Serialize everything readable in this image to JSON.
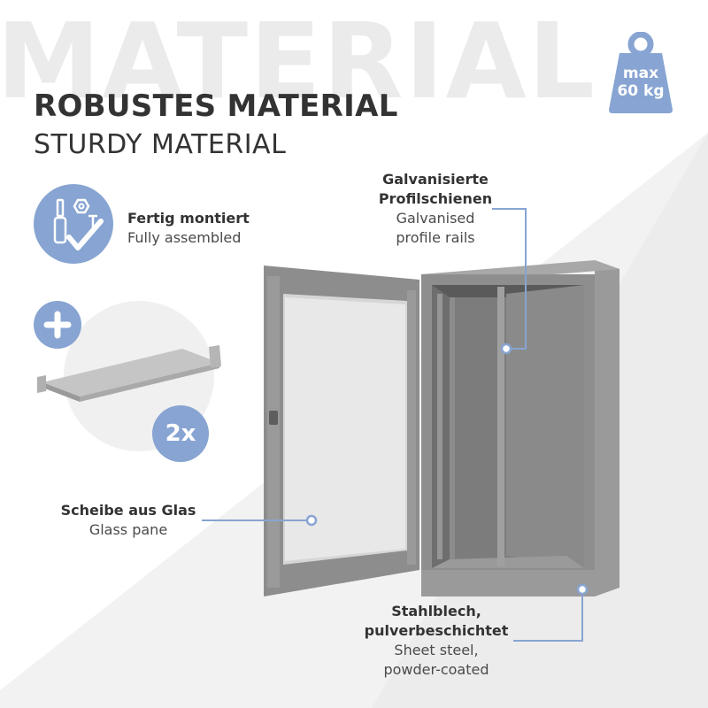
{
  "watermark": "MATERIAL",
  "headline": {
    "title_de": "ROBUSTES MATERIAL",
    "title_en": "STURDY MATERIAL"
  },
  "weight_badge": {
    "line1": "max",
    "line2": "60 kg"
  },
  "features": {
    "assembled": {
      "de": "Fertig montiert",
      "en": "Fully assembled"
    },
    "shelves": {
      "count": "2x"
    }
  },
  "callouts": {
    "rails": {
      "de_line1": "Galvanisierte",
      "de_line2": "Profilschienen",
      "en_line1": "Galvanised",
      "en_line2": "profile rails"
    },
    "glass": {
      "de": "Scheibe aus Glas",
      "en": "Glass pane"
    },
    "steel": {
      "de_line1": "Stahlblech,",
      "de_line2": "pulverbeschichtet",
      "en_line1": "Sheet steel,",
      "en_line2": "powder-coated"
    }
  },
  "colors": {
    "accent": "#87a4d2",
    "text": "#333333",
    "cabinet": "#8e8e8e"
  }
}
